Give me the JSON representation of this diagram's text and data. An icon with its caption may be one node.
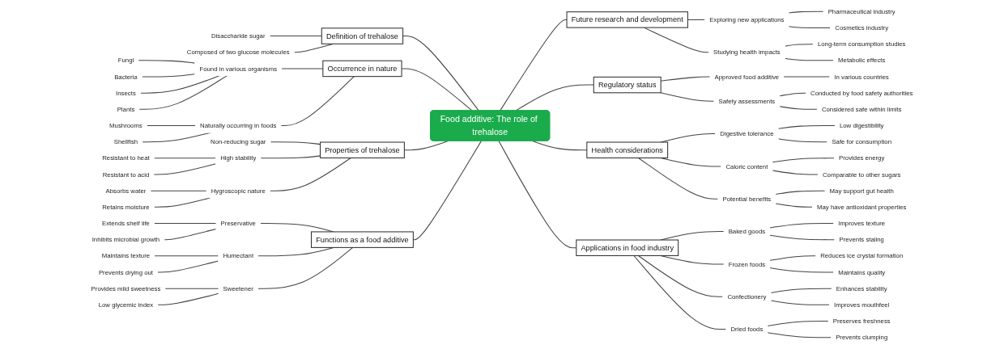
{
  "diagram": {
    "nodes": [
      {
        "text": [
          "Food additive: The role of trehalose"
        ]
      },
      {
        "text": [
          "Definition of trehalose"
        ]
      },
      {
        "text": [
          "Disaccharide sugar"
        ]
      },
      {
        "text": [
          "Composed of two glucose molecules"
        ]
      },
      {
        "text": [
          "Occurrence in nature"
        ]
      },
      {
        "text": [
          "Found in various organisms"
        ]
      },
      {
        "text": [
          "Fungi"
        ]
      },
      {
        "text": [
          "Bacteria"
        ]
      },
      {
        "text": [
          "Insects"
        ]
      },
      {
        "text": [
          "Plants"
        ]
      },
      {
        "text": [
          "Naturally occurring in foods"
        ]
      },
      {
        "text": [
          "Mushrooms"
        ]
      },
      {
        "text": [
          "Shellfish"
        ]
      },
      {
        "text": [
          "Properties of trehalose"
        ]
      },
      {
        "text": [
          "Non-reducing sugar"
        ]
      },
      {
        "text": [
          "High stability"
        ]
      },
      {
        "text": [
          "Resistant to heat"
        ]
      },
      {
        "text": [
          "Resistant to acid"
        ]
      },
      {
        "text": [
          "Hygroscopic nature"
        ]
      },
      {
        "text": [
          "Absorbs water"
        ]
      },
      {
        "text": [
          "Retains moisture"
        ]
      },
      {
        "text": [
          "Functions as a food additive"
        ]
      },
      {
        "text": [
          "Preservative"
        ]
      },
      {
        "text": [
          "Extends shelf life"
        ]
      },
      {
        "text": [
          "Inhibits microbial growth"
        ]
      },
      {
        "text": [
          "Humectant"
        ]
      },
      {
        "text": [
          "Maintains texture"
        ]
      },
      {
        "text": [
          "Prevents drying out"
        ]
      },
      {
        "text": [
          "Sweetener"
        ]
      },
      {
        "text": [
          "Provides mild sweetness"
        ]
      },
      {
        "text": [
          "Low glycemic index"
        ]
      },
      {
        "text": [
          "Future research and development"
        ]
      },
      {
        "text": [
          "Exploring new applications"
        ]
      },
      {
        "text": [
          "Pharmaceutical industry"
        ]
      },
      {
        "text": [
          "Cosmetics industry"
        ]
      },
      {
        "text": [
          "Studying health impacts"
        ]
      },
      {
        "text": [
          "Long-term consumption studies"
        ]
      },
      {
        "text": [
          "Metabolic effects"
        ]
      },
      {
        "text": [
          "Regulatory status"
        ]
      },
      {
        "text": [
          "Approved food additive"
        ]
      },
      {
        "text": [
          "In various countries"
        ]
      },
      {
        "text": [
          "Safety assessments"
        ]
      },
      {
        "text": [
          "Conducted by food safety authorities"
        ]
      },
      {
        "text": [
          "Considered safe within limits"
        ]
      },
      {
        "text": [
          "Health considerations"
        ]
      },
      {
        "text": [
          "Digestive tolerance"
        ]
      },
      {
        "text": [
          "Low digestibility"
        ]
      },
      {
        "text": [
          "Safe for consumption"
        ]
      },
      {
        "text": [
          "Caloric content"
        ]
      },
      {
        "text": [
          "Provides energy"
        ]
      },
      {
        "text": [
          "Comparable to other sugars"
        ]
      },
      {
        "text": [
          "Potential benefits"
        ]
      },
      {
        "text": [
          "May support gut health"
        ]
      },
      {
        "text": [
          "May have antioxidant properties"
        ]
      },
      {
        "text": [
          "Applications in food industry"
        ]
      },
      {
        "text": [
          "Baked goods"
        ]
      },
      {
        "text": [
          "Improves texture"
        ]
      },
      {
        "text": [
          "Prevents staling"
        ]
      },
      {
        "text": [
          "Frozen foods"
        ]
      },
      {
        "text": [
          "Reduces ice crystal formation"
        ]
      },
      {
        "text": [
          "Maintains quality"
        ]
      },
      {
        "text": [
          "Confectionery"
        ]
      },
      {
        "text": [
          "Enhances stability"
        ]
      },
      {
        "text": [
          "Improves mouthfeel"
        ]
      },
      {
        "text": [
          "Dried foods"
        ]
      },
      {
        "text": [
          "Preserves freshness"
        ]
      },
      {
        "text": [
          "Prevents clumping"
        ]
      }
    ],
    "edges": [
      {
        "from": 1,
        "to": 0,
        "arrow": "none"
      },
      {
        "from": 2,
        "to": 1,
        "arrow": "none"
      },
      {
        "from": 3,
        "to": 1,
        "arrow": "none"
      },
      {
        "from": 4,
        "to": 0,
        "arrow": "none"
      },
      {
        "from": 5,
        "to": 4,
        "arrow": "none"
      },
      {
        "from": 6,
        "to": 5,
        "arrow": "none"
      },
      {
        "from": 7,
        "to": 5,
        "arrow": "none"
      },
      {
        "from": 8,
        "to": 5,
        "arrow": "none"
      },
      {
        "from": 9,
        "to": 5,
        "arrow": "none"
      },
      {
        "from": 10,
        "to": 4,
        "arrow": "none"
      },
      {
        "from": 11,
        "to": 10,
        "arrow": "none"
      },
      {
        "from": 12,
        "to": 10,
        "arrow": "none"
      },
      {
        "from": 13,
        "to": 0,
        "arrow": "none"
      },
      {
        "from": 14,
        "to": 13,
        "arrow": "none"
      },
      {
        "from": 15,
        "to": 13,
        "arrow": "none"
      },
      {
        "from": 16,
        "to": 15,
        "arrow": "none"
      },
      {
        "from": 17,
        "to": 15,
        "arrow": "none"
      },
      {
        "from": 18,
        "to": 13,
        "arrow": "none"
      },
      {
        "from": 19,
        "to": 18,
        "arrow": "none"
      },
      {
        "from": 20,
        "to": 18,
        "arrow": "none"
      },
      {
        "from": 21,
        "to": 0,
        "arrow": "none"
      },
      {
        "from": 22,
        "to": 21,
        "arrow": "none"
      },
      {
        "from": 23,
        "to": 22,
        "arrow": "none"
      },
      {
        "from": 24,
        "to": 22,
        "arrow": "none"
      },
      {
        "from": 25,
        "to": 21,
        "arrow": "none"
      },
      {
        "from": 26,
        "to": 25,
        "arrow": "none"
      },
      {
        "from": 27,
        "to": 25,
        "arrow": "none"
      },
      {
        "from": 28,
        "to": 21,
        "arrow": "none"
      },
      {
        "from": 29,
        "to": 28,
        "arrow": "none"
      },
      {
        "from": 30,
        "to": 28,
        "arrow": "none"
      },
      {
        "from": 0,
        "to": 31,
        "arrow": "none"
      },
      {
        "from": 31,
        "to": 32,
        "arrow": "none"
      },
      {
        "from": 32,
        "to": 33,
        "arrow": "none"
      },
      {
        "from": 32,
        "to": 34,
        "arrow": "none"
      },
      {
        "from": 31,
        "to": 35,
        "arrow": "none"
      },
      {
        "from": 35,
        "to": 36,
        "arrow": "none"
      },
      {
        "from": 35,
        "to": 37,
        "arrow": "none"
      },
      {
        "from": 0,
        "to": 38,
        "arrow": "none"
      },
      {
        "from": 38,
        "to": 39,
        "arrow": "none"
      },
      {
        "from": 39,
        "to": 40,
        "arrow": "none"
      },
      {
        "from": 38,
        "to": 41,
        "arrow": "none"
      },
      {
        "from": 41,
        "to": 42,
        "arrow": "none"
      },
      {
        "from": 41,
        "to": 43,
        "arrow": "none"
      },
      {
        "from": 0,
        "to": 44,
        "arrow": "none"
      },
      {
        "from": 44,
        "to": 45,
        "arrow": "none"
      },
      {
        "from": 45,
        "to": 46,
        "arrow": "none"
      },
      {
        "from": 45,
        "to": 47,
        "arrow": "none"
      },
      {
        "from": 44,
        "to": 48,
        "arrow": "none"
      },
      {
        "from": 48,
        "to": 49,
        "arrow": "none"
      },
      {
        "from": 48,
        "to": 50,
        "arrow": "none"
      },
      {
        "from": 44,
        "to": 51,
        "arrow": "none"
      },
      {
        "from": 51,
        "to": 52,
        "arrow": "none"
      },
      {
        "from": 51,
        "to": 53,
        "arrow": "none"
      },
      {
        "from": 0,
        "to": 54,
        "arrow": "none"
      },
      {
        "from": 54,
        "to": 55,
        "arrow": "none"
      },
      {
        "from": 55,
        "to": 56,
        "arrow": "none"
      },
      {
        "from": 55,
        "to": 57,
        "arrow": "none"
      },
      {
        "from": 54,
        "to": 58,
        "arrow": "none"
      },
      {
        "from": 58,
        "to": 59,
        "arrow": "none"
      },
      {
        "from": 58,
        "to": 60,
        "arrow": "none"
      },
      {
        "from": 54,
        "to": 61,
        "arrow": "none"
      },
      {
        "from": 61,
        "to": 62,
        "arrow": "none"
      },
      {
        "from": 61,
        "to": 63,
        "arrow": "none"
      },
      {
        "from": 54,
        "to": 64,
        "arrow": "none"
      },
      {
        "from": 64,
        "to": 65,
        "arrow": "none"
      },
      {
        "from": 64,
        "to": 66,
        "arrow": "none"
      }
    ]
  }
}
